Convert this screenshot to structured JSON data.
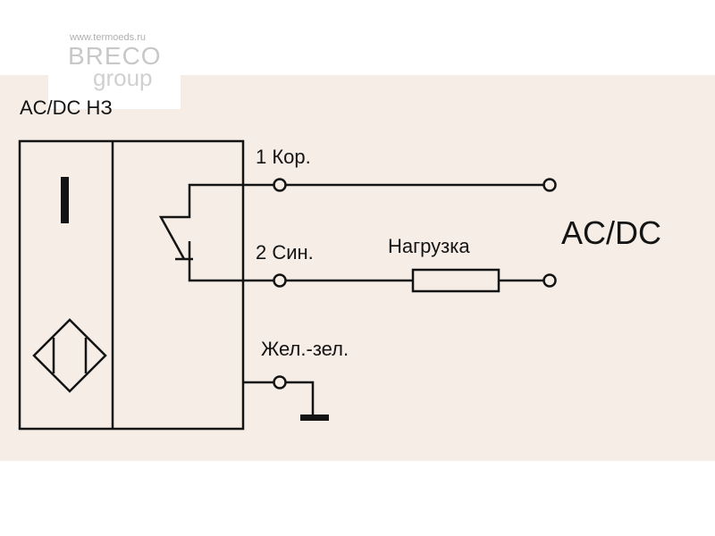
{
  "watermark": {
    "url": "www.termoeds.ru",
    "brand": "BRECO",
    "group": "group"
  },
  "diagram": {
    "title": "AC/DC НЗ",
    "wire1": "1  Кор.",
    "wire2": "2  Син.",
    "wire3": "Жел.-зел.",
    "load_label": "Нагрузка",
    "supply_label": "AC/DC"
  },
  "colors": {
    "background_panel": "#f5ede6",
    "line": "#141414"
  },
  "icons": [
    "sensor-symbol-icon",
    "normally-closed-switch-icon",
    "ground-icon"
  ]
}
